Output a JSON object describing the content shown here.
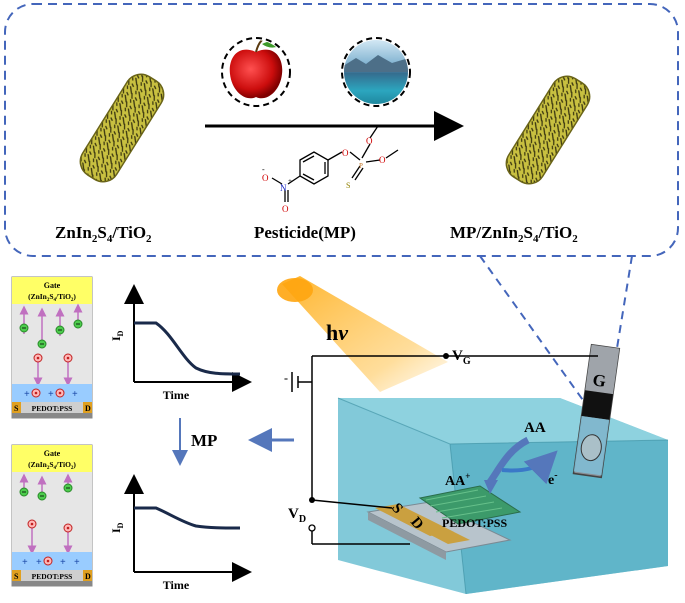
{
  "top_panel": {
    "left_label": [
      "ZnIn",
      "2",
      "S",
      "4",
      "/TiO",
      "2"
    ],
    "middle_label": "Pesticide(MP)",
    "right_label": [
      "MP/ZnIn",
      "2",
      "S",
      "4",
      "/TiO",
      "2"
    ],
    "apple_icon": "apple-icon",
    "water_icon": "lake-water-icon"
  },
  "molecule": {
    "atom_o_minus": "O",
    "atom_o_minus_charge": "-",
    "atom_n": "N",
    "atom_n_charge": "+",
    "atom_o_bottom": "O",
    "atom_o_link": "O",
    "atom_p": "P",
    "atom_s": "S",
    "atom_o_upper": "O",
    "atom_o_right": "O"
  },
  "device_cards": [
    {
      "gate_line1": "Gate",
      "gate_line2": [
        "(ZnIn",
        "2",
        "S",
        "4",
        "/TiO",
        "2",
        ")"
      ],
      "source": "S",
      "drain": "D",
      "channel": "PEDOT:PSS"
    },
    {
      "gate_line1": "Gate",
      "gate_line2": [
        "(ZnIn",
        "2",
        "S",
        "4",
        "/TiO",
        "2",
        ")"
      ],
      "source": "S",
      "drain": "D",
      "channel": "PEDOT:PSS"
    }
  ],
  "graphs": [
    {
      "ylabel": [
        "I",
        "D"
      ],
      "xlabel": "Time"
    },
    {
      "ylabel": [
        "I",
        "D"
      ],
      "xlabel": "Time"
    }
  ],
  "mp_label": "MP",
  "circuit": {
    "light": [
      "h",
      "ν"
    ],
    "vg": [
      "V",
      "G"
    ],
    "vd": [
      "V",
      "D"
    ],
    "gate_electrode": "G",
    "source": "S",
    "drain": "D",
    "channel": "PEDOT:PSS",
    "aa": "AA",
    "aa_plus": [
      "AA",
      "+"
    ],
    "electron": [
      "e",
      "-"
    ]
  },
  "colors": {
    "dashed_box": "#4466bb",
    "arrow_blue": "#5577bb",
    "water": "#7ec8d8",
    "gate_yellow": "#ffff66",
    "channel_blue": "#99ccff",
    "light_orange": "#ffb020",
    "nanorod": "#b8b030"
  }
}
